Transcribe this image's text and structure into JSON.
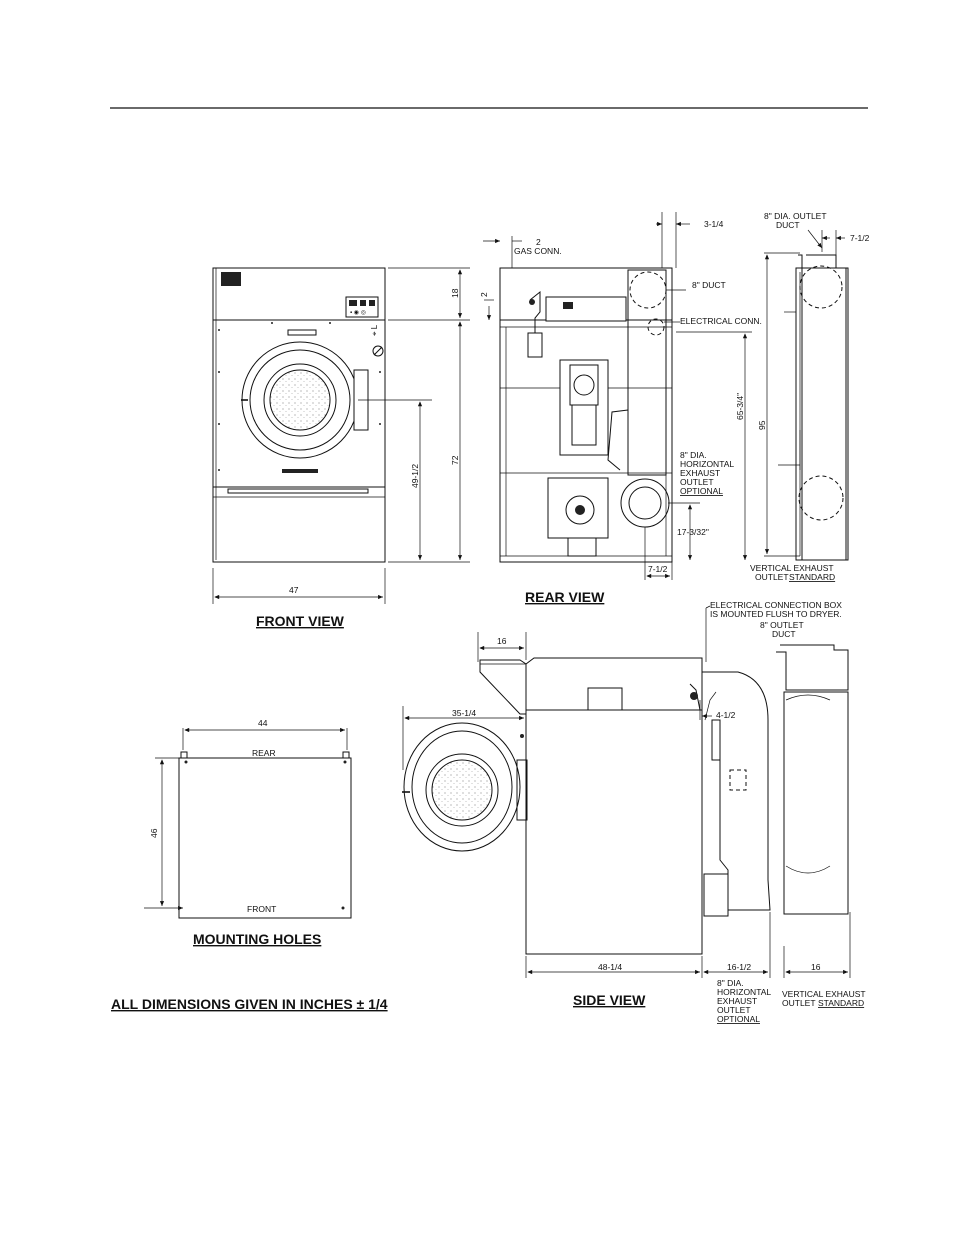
{
  "views": {
    "front": "FRONT VIEW",
    "rear": "REAR VIEW",
    "mounting": "MOUNTING HOLES",
    "side": "SIDE VIEW"
  },
  "note": "ALL DIMENSIONS GIVEN IN INCHES ± 1/4",
  "front_dims": {
    "width": "47",
    "height_top": "18",
    "height_total": "72",
    "door_center": "49-1/2"
  },
  "rear_dims": {
    "gas_offset": "2",
    "gas_conn": "GAS CONN.",
    "gas_drop": "2",
    "top_offset": "3-1/4",
    "duct_8": "8\" DUCT",
    "electrical_conn": "ELECTRICAL CONN.",
    "conn_height": "65-3/4\"",
    "exhaust_height": "17-3/32\"",
    "exhaust_offset": "7-1/2",
    "horiz_exhaust": [
      "8\" DIA.",
      "HORIZONTAL",
      "EXHAUST",
      "OUTLET",
      "OPTIONAL"
    ]
  },
  "rear_side": {
    "outlet_duct": [
      "8\" DIA. OUTLET",
      "DUCT"
    ],
    "outlet_offset": "7-1/2",
    "height": "95",
    "vert_exhaust": [
      "VERTICAL EXHAUST",
      "OUTLET",
      "STANDARD"
    ]
  },
  "mounting_dims": {
    "width": "44",
    "depth": "46",
    "rear": "REAR",
    "front": "FRONT"
  },
  "side_dims": {
    "electrical_box": [
      "ELECTRICAL CONNECTION BOX",
      "IS MOUNTED FLUSH TO DRYER."
    ],
    "outlet_duct": [
      "8\" OUTLET",
      "DUCT"
    ],
    "top_depth": "16",
    "door_depth": "35-1/4",
    "small_offset": "4-1/2",
    "depth": "48-1/4",
    "rear_ext": "16-1/2",
    "vert_ext": "16",
    "horiz_exhaust": [
      "8\" DIA.",
      "HORIZONTAL",
      "EXHAUST",
      "OUTLET",
      "OPTIONAL"
    ],
    "vert_exhaust": [
      "VERTICAL EXHAUST",
      "OUTLET",
      "STANDARD"
    ]
  }
}
